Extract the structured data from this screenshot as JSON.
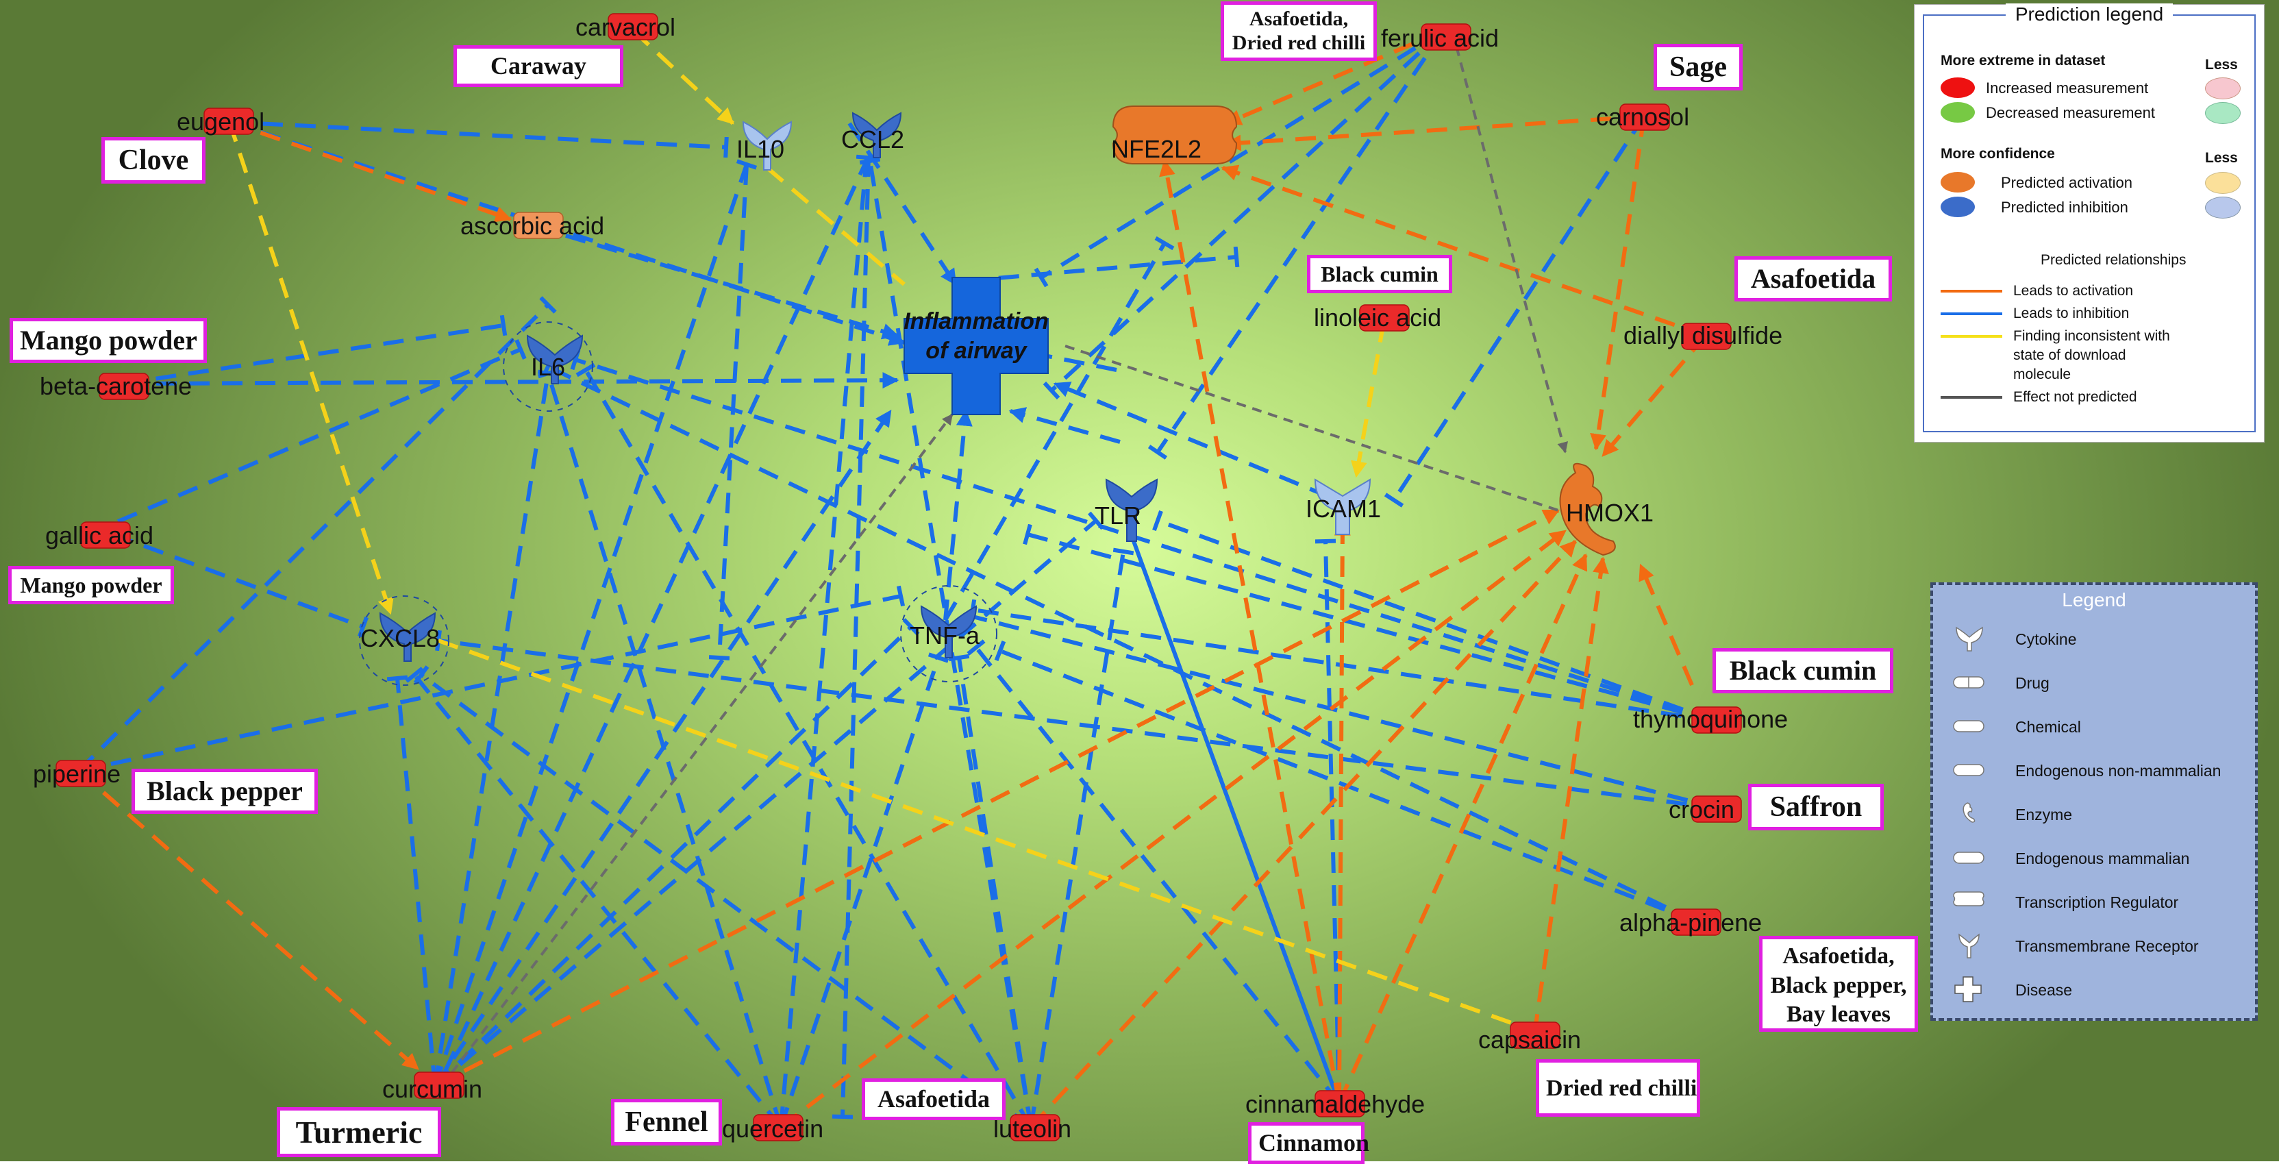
{
  "nodes": {
    "inflammation": "Inflammation of airway",
    "il10": "IL10",
    "ccl2": "CCL2",
    "nfe2l2": "NFE2L2",
    "il6": "IL6",
    "cxcl8": "CXCL8",
    "tnfa": "TNF-a",
    "tlr": "TLR",
    "icam1": "ICAM1",
    "hmox1": "HMOX1",
    "carvacrol": "carvacrol",
    "eugenol": "eugenol",
    "ascorbic_acid": "ascorbic acid",
    "ferulic_acid": "ferulic acid",
    "carnosol": "carnosol",
    "linoleic_acid": "linoleic acid",
    "diallyl_disulfide": "diallyl disulfide",
    "beta_carotene": "beta-carotene",
    "gallic_acid": "gallic acid",
    "piperine": "piperine",
    "thymoquinone": "thymoquinone",
    "crocin": "crocin",
    "alpha_pinene": "alpha-pinene",
    "capsaicin": "capsaicin",
    "curcumin": "curcumin",
    "quercetin": "quercetin",
    "luteolin": "luteolin",
    "cinnamaldehyde": "cinnamaldehyde"
  },
  "spices": {
    "caraway": "Caraway",
    "asafoetida_chilli_1": "Asafoetida,",
    "asafoetida_chilli_2": "Dried red chilli",
    "sage": "Sage",
    "clove": "Clove",
    "black_cumin_top": "Black cumin",
    "asafoetida_right": "Asafoetida",
    "mango_powder_1": "Mango powder",
    "mango_powder_2": "Mango powder",
    "black_cumin_right": "Black cumin",
    "black_pepper": "Black pepper",
    "saffron": "Saffron",
    "asafoetida_multi_1": "Asafoetida,",
    "asafoetida_multi_2": "Black pepper,",
    "asafoetida_multi_3": "Bay leaves",
    "dried_red_chilli": "Dried red chilli",
    "turmeric": "Turmeric",
    "fennel": "Fennel",
    "asafoetida_bottom": "Asafoetida",
    "cinnamon": "Cinnamon"
  },
  "prediction_legend": {
    "title": "Prediction legend",
    "more_extreme": "More extreme in dataset",
    "less_1": "Less",
    "increased": "Increased measurement",
    "decreased": "Decreased measurement",
    "more_confidence": "More confidence",
    "less_2": "Less",
    "activation": "Predicted activation",
    "inhibition": "Predicted inhibition",
    "relationships_title": "Predicted relationships",
    "leads_activation": "Leads to activation",
    "leads_inhibition": "Leads to inhibition",
    "inconsistent_1": "Finding inconsistent with",
    "inconsistent_2": "state of download",
    "inconsistent_3": "molecule",
    "not_predicted": "Effect not predicted",
    "colors": {
      "increased": "#ee1111",
      "increased_less": "#f7c7cf",
      "decreased": "#77c944",
      "decreased_less": "#a9e8c3",
      "activation": "#e8782a",
      "activation_less": "#fbe09a",
      "inhibition": "#3b6cc9",
      "inhibition_less": "#b8c8ec",
      "activation_line": "#f26b12",
      "inhibition_line": "#1a6ee8",
      "inconsistent_line": "#f5e01a",
      "not_predicted_line": "#555555"
    }
  },
  "shape_legend": {
    "title": "Legend",
    "items": [
      "Cytokine",
      "Drug",
      "Chemical",
      "Endogenous non-mammalian",
      "Enzyme",
      "Endogenous mammalian",
      "Transcription Regulator",
      "Transmembrane Receptor",
      "Disease"
    ]
  }
}
